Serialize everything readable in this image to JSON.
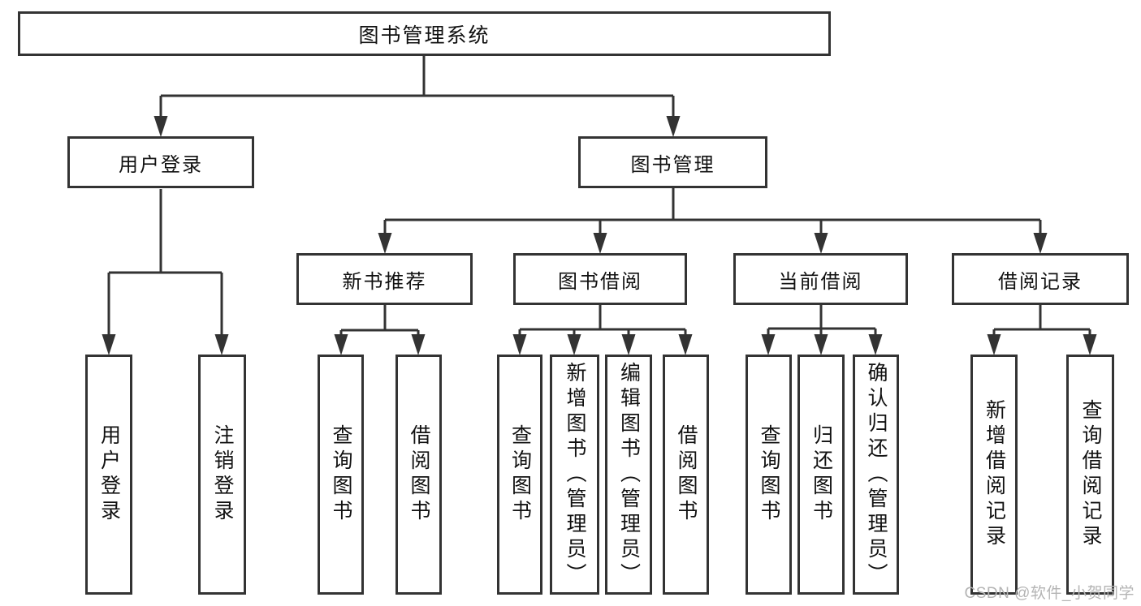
{
  "tree": {
    "root": "图书管理系统",
    "level2": [
      "用户登录",
      "图书管理"
    ],
    "modules": [
      "新书推荐",
      "图书借阅",
      "当前借阅",
      "借阅记录"
    ],
    "leaves": {
      "user_login": [
        "用户登录",
        "注销登录"
      ],
      "new_book": [
        "查询图书",
        "借阅图书"
      ],
      "borrowing": [
        "查询图书",
        "新增图书（管理员）",
        "编辑图书（管理员）",
        "借阅图书"
      ],
      "current": [
        "查询图书",
        "归还图书",
        "确认归还（管理员）"
      ],
      "records": [
        "新增借阅记录",
        "查询借阅记录"
      ]
    }
  },
  "watermark": {
    "text": "CSDN @软件_小贺同学"
  },
  "colors": {
    "line": "#333333",
    "text": "#111111",
    "box_background": "#ffffff",
    "watermark": "#b4b4b4",
    "page_background": "#ffffff"
  }
}
